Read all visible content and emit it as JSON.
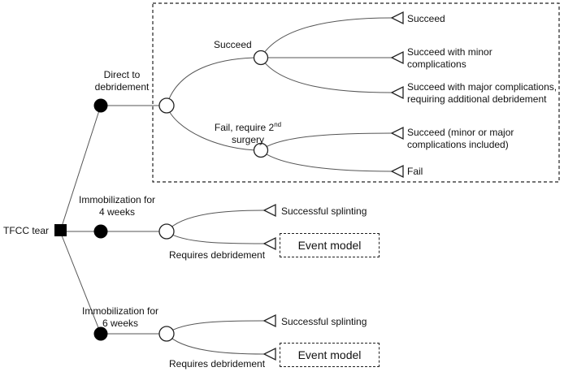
{
  "root": {
    "label": "TFCC tear"
  },
  "strategies": {
    "direct": "Direct to debridement",
    "immob4": "Immobilization for 4 weeks",
    "immob6": "Immobilization for 6 weeks"
  },
  "direct_branch": {
    "succeed": "Succeed",
    "fail_prefix": "Fail, require 2",
    "fail_sup": "nd",
    "fail_suffix": "surgery",
    "outcomes": {
      "succeed": "Succeed",
      "minor_line1": "Succeed with minor",
      "minor_line2": "complications",
      "major_line1": "Succeed with major complications,",
      "major_line2": "requiring additional debridement",
      "second_succeed_line1": "Succeed (minor or major",
      "second_succeed_line2": "complications included)",
      "fail": "Fail"
    }
  },
  "splint_branch": {
    "success": "Successful splinting",
    "requires": "Requires debridement",
    "event_model": "Event model"
  }
}
